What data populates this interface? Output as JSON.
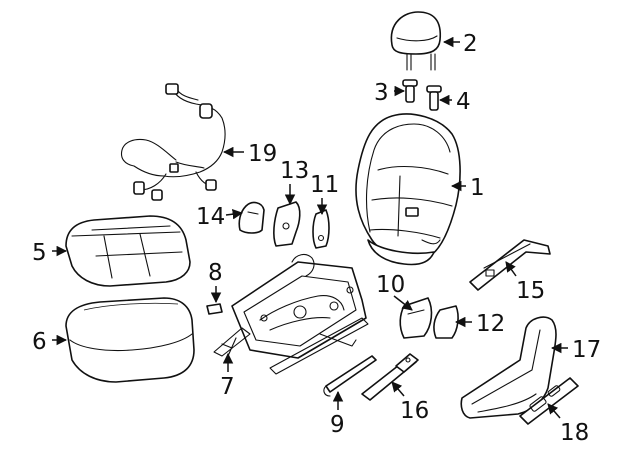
{
  "callouts": [
    {
      "id": "1",
      "label": "1"
    },
    {
      "id": "2",
      "label": "2"
    },
    {
      "id": "3",
      "label": "3"
    },
    {
      "id": "4",
      "label": "4"
    },
    {
      "id": "5",
      "label": "5"
    },
    {
      "id": "6",
      "label": "6"
    },
    {
      "id": "7",
      "label": "7"
    },
    {
      "id": "8",
      "label": "8"
    },
    {
      "id": "9",
      "label": "9"
    },
    {
      "id": "10",
      "label": "10"
    },
    {
      "id": "11",
      "label": "11"
    },
    {
      "id": "12",
      "label": "12"
    },
    {
      "id": "13",
      "label": "13"
    },
    {
      "id": "14",
      "label": "14"
    },
    {
      "id": "15",
      "label": "15"
    },
    {
      "id": "16",
      "label": "16"
    },
    {
      "id": "17",
      "label": "17"
    },
    {
      "id": "18",
      "label": "18"
    },
    {
      "id": "19",
      "label": "19"
    }
  ],
  "colors": {
    "line": "#111111",
    "background": "#ffffff"
  }
}
